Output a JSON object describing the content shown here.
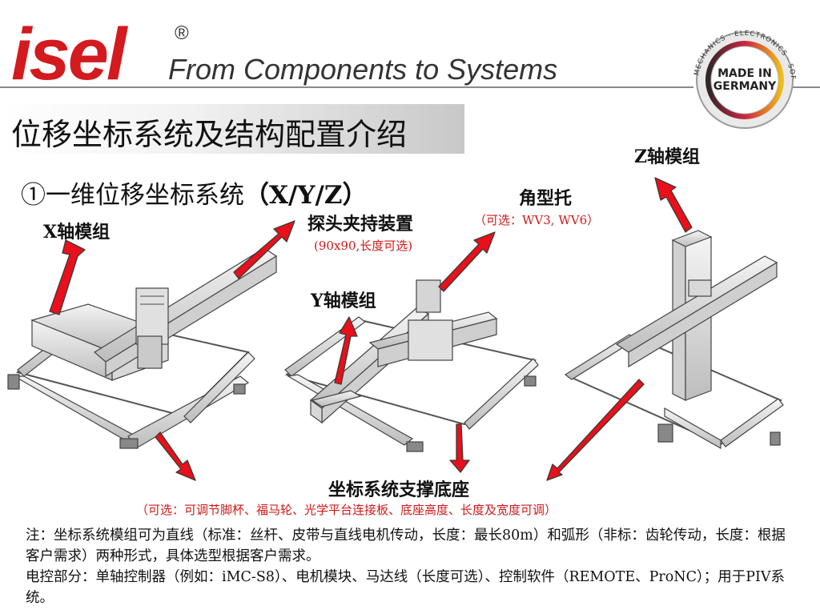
{
  "header": {
    "brand": "isel",
    "registered": "®",
    "tagline": "From Components to Systems",
    "seal": {
      "center_line1": "MADE IN",
      "center_line2": "GERMANY",
      "ring_text": "MECHANICS · ELECTRONICS · SOFTWARE · SYSTEMS"
    }
  },
  "title": "位移坐标系统及结构配置介绍",
  "section": {
    "number": "①",
    "heading": "一维位移坐标系统",
    "axes": "（X/Y/Z）"
  },
  "labels": {
    "x_module": "X轴模组",
    "probe_holder": "探头夹持装置",
    "probe_holder_note": "(90x90,长度可选)",
    "y_module": "Y轴模组",
    "angle_bracket": "角型托",
    "angle_bracket_note": "（可选：WV3, WV6）",
    "z_module": "Z轴模组",
    "base": "坐标系统支撑底座",
    "base_note": "（可选：可调节脚杯、福马轮、光学平台连接板、底座高度、长度及宽度可调）"
  },
  "notes": [
    "注：坐标系统模组可为直线（标准：丝杆、皮带与直线电机传动，长度：最长80m）和弧形（非标：齿轮传动，长度：根据客户需求）两种形式，具体选型根据客户需求。",
    "电控部分：单轴控制器（例如：iMC-S8）、电机模块、马达线（长度可选）、控制软件（REMOTE、ProNC）；用于PIV系统。"
  ],
  "colors": {
    "brand_red": "#d21a1f",
    "arrow_red": "#e8101a",
    "note_red": "#d01919"
  }
}
